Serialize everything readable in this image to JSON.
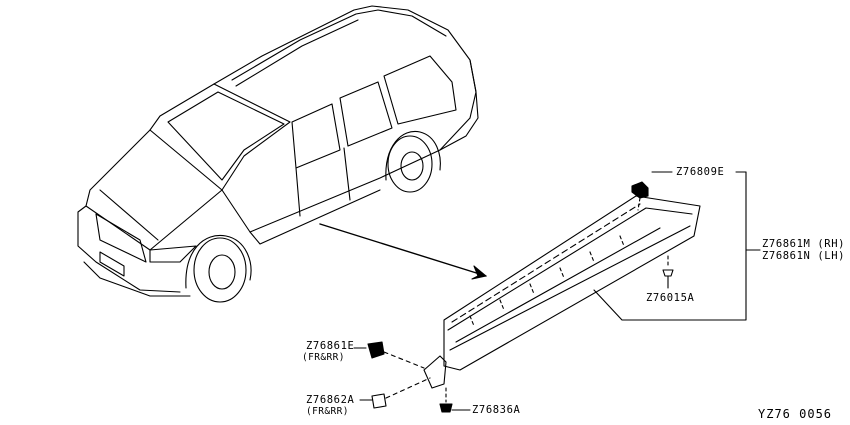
{
  "diagram": {
    "labels": {
      "z76809e": "Z76809E",
      "z76861m": "Z76861M (RH)",
      "z76861n": "Z76861N (LH)",
      "z76015a": "Z76015A",
      "z76861e": "Z76861E",
      "z76861e_note": "(FR&RR)",
      "z76862a": "Z76862A",
      "z76862a_note": "(FR&RR)",
      "z76836a": "Z76836A"
    },
    "figure_code": "YZ76  0056"
  }
}
